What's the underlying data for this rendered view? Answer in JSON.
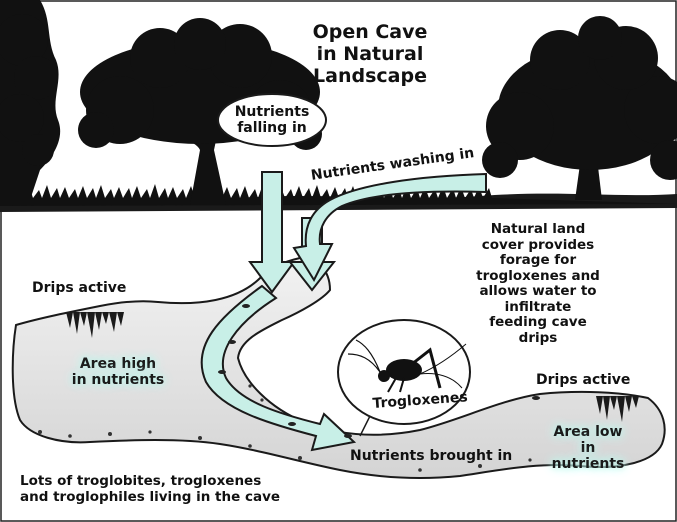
{
  "title": "Open Cave\nin Natural\nLandscape",
  "labels": {
    "nutrients_falling": "Nutrients\nfalling in",
    "nutrients_washing": "Nutrients washing in",
    "land_cover": "Natural land cover provides\nforage for trogloxenes and\nallows water to infiltrate\nfeeding cave drips",
    "drips_left": "Drips active",
    "drips_right": "Drips active",
    "area_high": "Area high\nin nutrients",
    "area_low": "Area low\nin nutrients",
    "trogloxenes": "Trogloxenes",
    "nutrients_brought": "Nutrients brought in",
    "bottom_note": "Lots of troglobites, trogloxenes\nand troglophiles living in the cave"
  },
  "colors": {
    "arrow_fill": "#c8efe7",
    "glow": "#bff3ea",
    "cave_fill": "#e6e6e6",
    "silhouette": "#111111"
  }
}
